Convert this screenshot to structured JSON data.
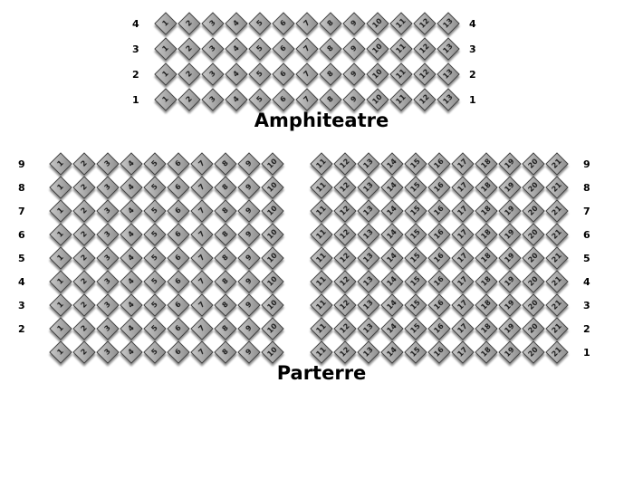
{
  "colors": {
    "background": "#ffffff",
    "label": "#000000",
    "seat_fill": "#a9a9a9",
    "seat_border": "#3f3f3f",
    "seat_shadow": "#8a8a8a",
    "seat_number": "#1a1a1a"
  },
  "sections": [
    {
      "id": "amphitheatre",
      "title": "Amphiteatre",
      "rows": [
        {
          "left_label": "4",
          "right_label": "4",
          "left_seats": 13,
          "right_seats": 0
        },
        {
          "left_label": "3",
          "right_label": "3",
          "left_seats": 13,
          "right_seats": 0
        },
        {
          "left_label": "2",
          "right_label": "2",
          "left_seats": 13,
          "right_seats": 0
        },
        {
          "left_label": "1",
          "right_label": "1",
          "left_seats": 13,
          "right_seats": 0
        }
      ]
    },
    {
      "id": "parterre",
      "title": "Parterre",
      "rows": [
        {
          "left_label": "9",
          "right_label": "9",
          "left_seats": 10,
          "right_seats": 11
        },
        {
          "left_label": "8",
          "right_label": "8",
          "left_seats": 10,
          "right_seats": 11
        },
        {
          "left_label": "7",
          "right_label": "7",
          "left_seats": 10,
          "right_seats": 11
        },
        {
          "left_label": "6",
          "right_label": "6",
          "left_seats": 10,
          "right_seats": 11
        },
        {
          "left_label": "5",
          "right_label": "5",
          "left_seats": 10,
          "right_seats": 11
        },
        {
          "left_label": "4",
          "right_label": "4",
          "left_seats": 10,
          "right_seats": 11
        },
        {
          "left_label": "3",
          "right_label": "3",
          "left_seats": 10,
          "right_seats": 11
        },
        {
          "left_label": "2",
          "right_label": "2",
          "left_seats": 10,
          "right_seats": 11
        },
        {
          "left_label": "",
          "right_label": "1",
          "left_seats": 10,
          "right_seats": 11
        }
      ]
    }
  ]
}
